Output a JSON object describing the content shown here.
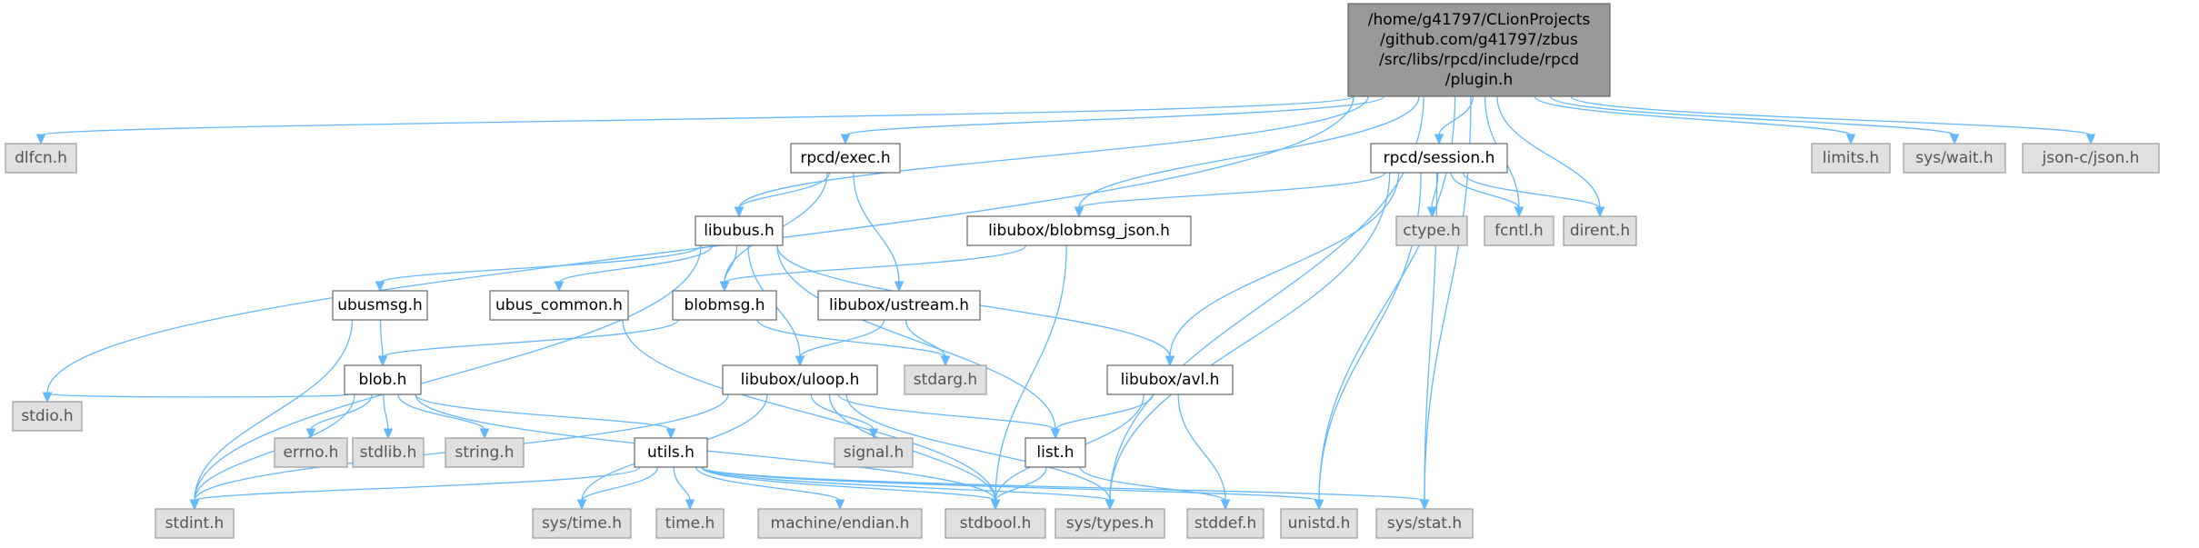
{
  "diagram": {
    "type": "include-dependency-graph",
    "root": {
      "id": "root",
      "lines": [
        "/home/g41797/CLionProjects",
        "/github.com/g41797/zbus",
        "/src/libs/rpcd/include/rpcd",
        "/plugin.h"
      ]
    },
    "nodes": [
      {
        "id": "dlfcn",
        "label": "dlfcn.h",
        "kind": "sys"
      },
      {
        "id": "stdio",
        "label": "stdio.h",
        "kind": "sys"
      },
      {
        "id": "libubus",
        "label": "libubus.h",
        "kind": "doc"
      },
      {
        "id": "rpcd_exec",
        "label": "rpcd/exec.h",
        "kind": "doc"
      },
      {
        "id": "blobmsg_json",
        "label": "libubox/blobmsg_json.h",
        "kind": "doc"
      },
      {
        "id": "rpcd_session",
        "label": "rpcd/session.h",
        "kind": "doc"
      },
      {
        "id": "ctype",
        "label": "ctype.h",
        "kind": "sys"
      },
      {
        "id": "fcntl",
        "label": "fcntl.h",
        "kind": "sys"
      },
      {
        "id": "dirent",
        "label": "dirent.h",
        "kind": "sys"
      },
      {
        "id": "limits",
        "label": "limits.h",
        "kind": "sys"
      },
      {
        "id": "syswait",
        "label": "sys/wait.h",
        "kind": "sys"
      },
      {
        "id": "jsonc",
        "label": "json-c/json.h",
        "kind": "sys"
      },
      {
        "id": "ubusmsg",
        "label": "ubusmsg.h",
        "kind": "doc"
      },
      {
        "id": "ubus_common",
        "label": "ubus_common.h",
        "kind": "doc"
      },
      {
        "id": "blobmsg",
        "label": "blobmsg.h",
        "kind": "doc"
      },
      {
        "id": "ustream",
        "label": "libubox/ustream.h",
        "kind": "doc"
      },
      {
        "id": "stdarg",
        "label": "stdarg.h",
        "kind": "sys"
      },
      {
        "id": "avl",
        "label": "libubox/avl.h",
        "kind": "doc"
      },
      {
        "id": "blob",
        "label": "blob.h",
        "kind": "doc"
      },
      {
        "id": "uloop",
        "label": "libubox/uloop.h",
        "kind": "doc"
      },
      {
        "id": "errno",
        "label": "errno.h",
        "kind": "sys"
      },
      {
        "id": "stdlib",
        "label": "stdlib.h",
        "kind": "sys"
      },
      {
        "id": "string",
        "label": "string.h",
        "kind": "sys"
      },
      {
        "id": "utils",
        "label": "utils.h",
        "kind": "doc"
      },
      {
        "id": "signal",
        "label": "signal.h",
        "kind": "sys"
      },
      {
        "id": "list",
        "label": "list.h",
        "kind": "doc"
      },
      {
        "id": "stdint",
        "label": "stdint.h",
        "kind": "sys"
      },
      {
        "id": "systime",
        "label": "sys/time.h",
        "kind": "sys"
      },
      {
        "id": "time",
        "label": "time.h",
        "kind": "sys"
      },
      {
        "id": "endian",
        "label": "machine/endian.h",
        "kind": "sys"
      },
      {
        "id": "stdbool",
        "label": "stdbool.h",
        "kind": "sys"
      },
      {
        "id": "systypes",
        "label": "sys/types.h",
        "kind": "sys"
      },
      {
        "id": "stddef",
        "label": "stddef.h",
        "kind": "sys"
      },
      {
        "id": "unistd",
        "label": "unistd.h",
        "kind": "sys"
      },
      {
        "id": "sysstat",
        "label": "sys/stat.h",
        "kind": "sys"
      }
    ],
    "edges": [
      [
        "root",
        "dlfcn"
      ],
      [
        "root",
        "stdio"
      ],
      [
        "root",
        "libubus"
      ],
      [
        "root",
        "rpcd_exec"
      ],
      [
        "root",
        "blobmsg_json"
      ],
      [
        "root",
        "rpcd_session"
      ],
      [
        "root",
        "fcntl"
      ],
      [
        "root",
        "dirent"
      ],
      [
        "root",
        "limits"
      ],
      [
        "root",
        "syswait"
      ],
      [
        "root",
        "jsonc"
      ],
      [
        "root",
        "systypes"
      ],
      [
        "root",
        "unistd"
      ],
      [
        "root",
        "sysstat"
      ],
      [
        "rpcd_exec",
        "libubus"
      ],
      [
        "rpcd_exec",
        "blobmsg"
      ],
      [
        "rpcd_exec",
        "ustream"
      ],
      [
        "rpcd_session",
        "blobmsg_json"
      ],
      [
        "rpcd_session",
        "ctype"
      ],
      [
        "rpcd_session",
        "fcntl"
      ],
      [
        "rpcd_session",
        "dirent"
      ],
      [
        "rpcd_session",
        "avl"
      ],
      [
        "rpcd_session",
        "unistd"
      ],
      [
        "rpcd_session",
        "systypes"
      ],
      [
        "rpcd_session",
        "sysstat"
      ],
      [
        "blobmsg_json",
        "blobmsg"
      ],
      [
        "blobmsg_json",
        "stdbool"
      ],
      [
        "libubus",
        "ubusmsg"
      ],
      [
        "libubus",
        "ubus_common"
      ],
      [
        "libubus",
        "blobmsg"
      ],
      [
        "libubus",
        "uloop"
      ],
      [
        "libubus",
        "list"
      ],
      [
        "libubus",
        "avl"
      ],
      [
        "libubus",
        "stdint"
      ],
      [
        "ubusmsg",
        "blob"
      ],
      [
        "ubusmsg",
        "stdint"
      ],
      [
        "ubus_common",
        "stdbool"
      ],
      [
        "blobmsg",
        "blob"
      ],
      [
        "blobmsg",
        "stdarg"
      ],
      [
        "ustream",
        "uloop"
      ],
      [
        "ustream",
        "stdarg"
      ],
      [
        "avl",
        "list"
      ],
      [
        "avl",
        "stdbool"
      ],
      [
        "avl",
        "stddef"
      ],
      [
        "blob",
        "stdio"
      ],
      [
        "blob",
        "errno"
      ],
      [
        "blob",
        "stdlib"
      ],
      [
        "blob",
        "string"
      ],
      [
        "blob",
        "utils"
      ],
      [
        "blob",
        "stdint"
      ],
      [
        "blob",
        "stdbool"
      ],
      [
        "uloop",
        "signal"
      ],
      [
        "uloop",
        "list"
      ],
      [
        "uloop",
        "systime"
      ],
      [
        "uloop",
        "stdint"
      ],
      [
        "uloop",
        "stdbool"
      ],
      [
        "uloop",
        "systypes"
      ],
      [
        "utils",
        "stdint"
      ],
      [
        "utils",
        "systime"
      ],
      [
        "utils",
        "time"
      ],
      [
        "utils",
        "endian"
      ],
      [
        "utils",
        "stdbool"
      ],
      [
        "utils",
        "systypes"
      ],
      [
        "utils",
        "unistd"
      ],
      [
        "utils",
        "sysstat"
      ],
      [
        "list",
        "stdbool"
      ],
      [
        "list",
        "stddef"
      ]
    ]
  },
  "colors": {
    "edge": "#63b8ff",
    "root_fill": "#999999",
    "doc_fill": "#ffffff",
    "sys_fill": "#e0e0e0",
    "sys_text": "#555555"
  }
}
